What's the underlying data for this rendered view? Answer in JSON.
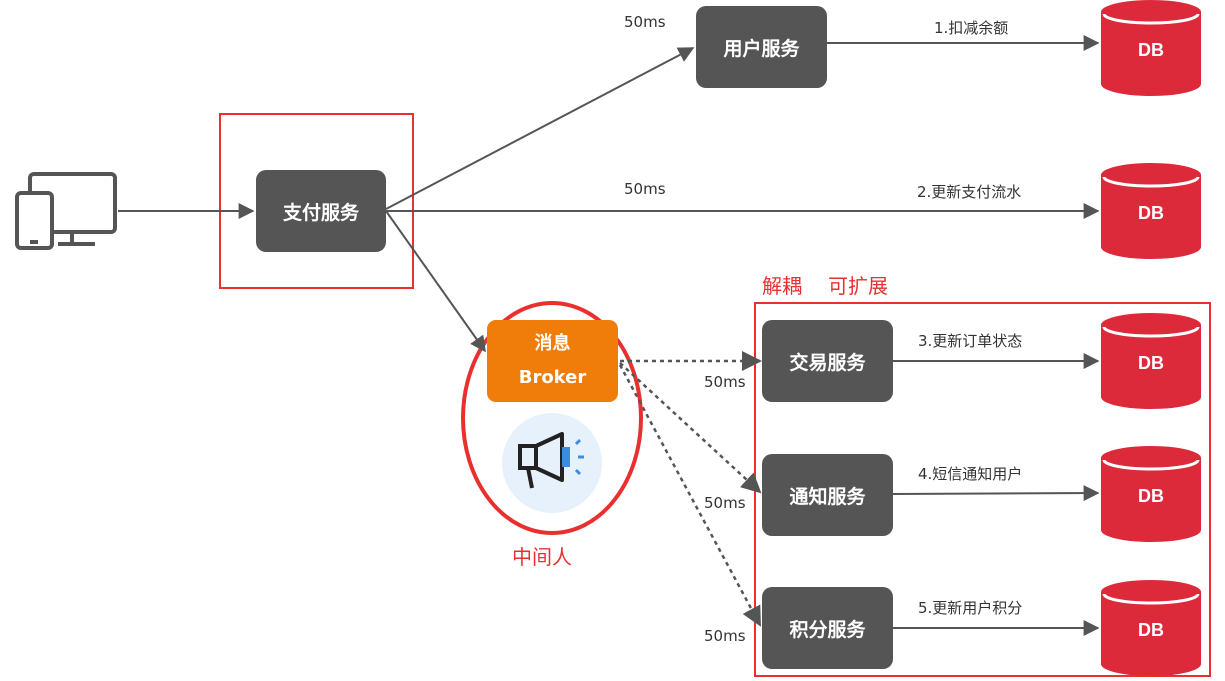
{
  "services": {
    "pay": "支付服务",
    "user": "用户服务",
    "trade": "交易服务",
    "notify": "通知服务",
    "points": "积分服务"
  },
  "broker": {
    "line1": "消息",
    "line2": "Broker"
  },
  "db_label": "DB",
  "edge_labels": {
    "latency_user": "50ms",
    "latency_flow": "50ms",
    "latency_trade": "50ms",
    "latency_notify": "50ms",
    "latency_points": "50ms",
    "step1": "1.扣减余额",
    "step2": "2.更新支付流水",
    "step3": "3.更新订单状态",
    "step4": "4.短信通知用户",
    "step5": "5.更新用户积分"
  },
  "annotations": {
    "decouple": "解耦",
    "extensible": "可扩展",
    "middleman": "中间人"
  },
  "icons": [
    "devices-icon",
    "megaphone-icon",
    "database-icon"
  ],
  "colors": {
    "service_box": "#555555",
    "broker": "#f07c0a",
    "database": "#dc2a3b",
    "highlight": "#e8312f"
  }
}
